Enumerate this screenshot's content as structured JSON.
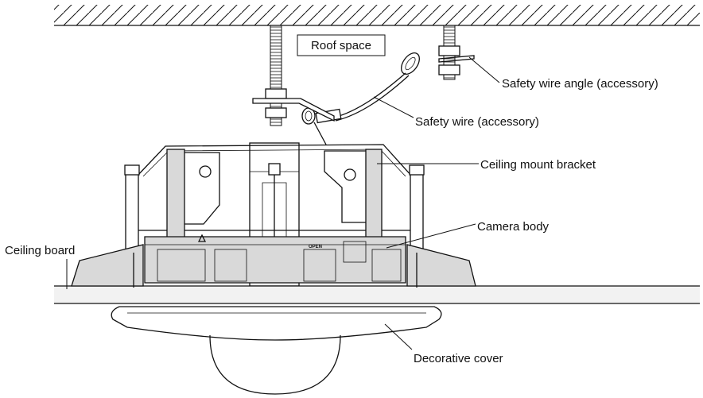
{
  "labels": {
    "roof_space": "Roof space",
    "safety_wire_angle": "Safety wire angle (accessory)",
    "safety_wire": "Safety wire (accessory)",
    "ceiling_mount_bracket": "Ceiling mount bracket",
    "camera_body": "Camera body",
    "ceiling_board": "Ceiling board",
    "decorative_cover": "Decorative cover",
    "open_mark": "OPEN"
  },
  "colors": {
    "line": "#111111",
    "part_fill": "#d9d9d9",
    "board_fill": "#e8e8e8"
  }
}
